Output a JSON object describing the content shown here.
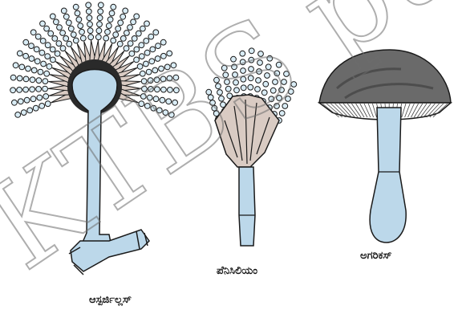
{
  "labels": {
    "aspergillus": "ಆಸ್ಪರ್ಜಿಲ್ಲಸ್",
    "penicillium": "ಪೆನಿಸಿಲಿಯಂ",
    "agaricus": "ಅಗರಿಕಸ್"
  },
  "watermark": {
    "text": "KTBS publis"
  },
  "colors": {
    "stalk": "#bcd8ea",
    "spore": "#d9ecf5",
    "sterigma": "#d9cbc3",
    "outline": "#1a1a1a",
    "cap": "#5a5a5a"
  }
}
